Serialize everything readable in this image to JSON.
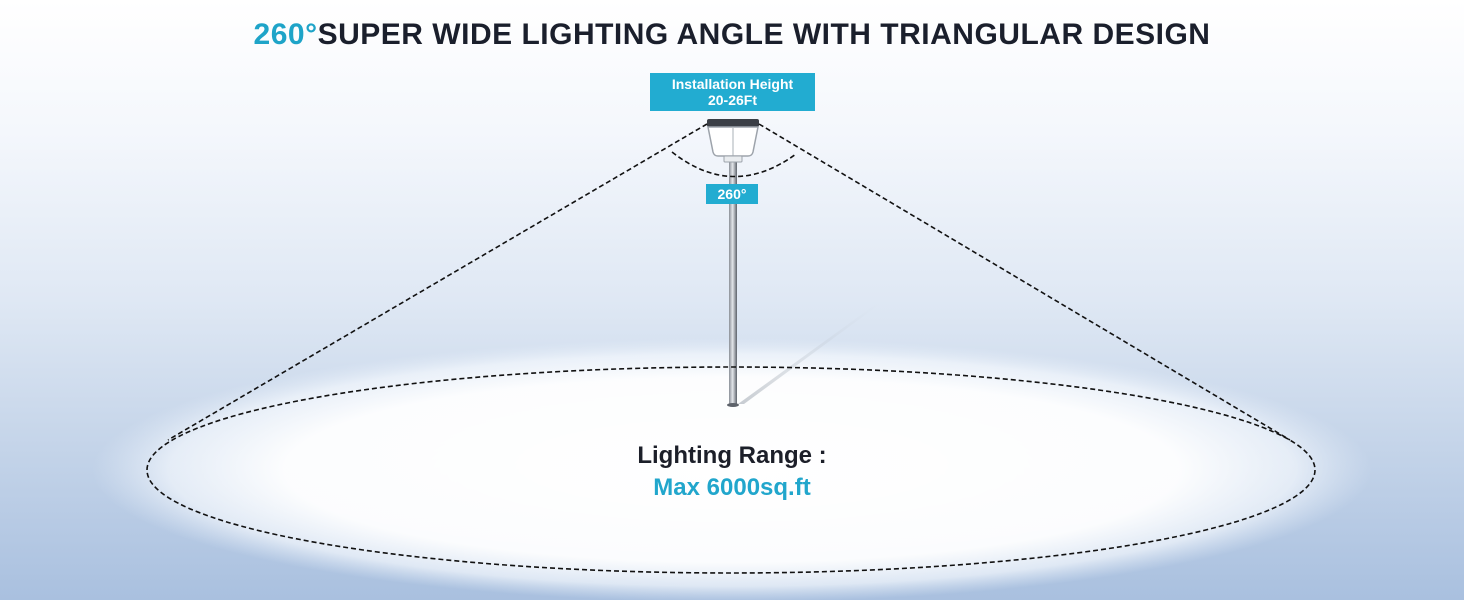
{
  "headline": {
    "accent": "260°",
    "text": "SUPER WIDE LIGHTING ANGLE WITH TRIANGULAR DESIGN"
  },
  "installation": {
    "label": "Installation Height",
    "value": "20-26Ft"
  },
  "beam_angle": "260°",
  "lighting_range": {
    "label": "Lighting Range :",
    "value": "Max 6000sq.ft"
  },
  "colors": {
    "accent": "#22acd1",
    "text_dark": "#1c1f29",
    "dashed_line": "#222222"
  }
}
